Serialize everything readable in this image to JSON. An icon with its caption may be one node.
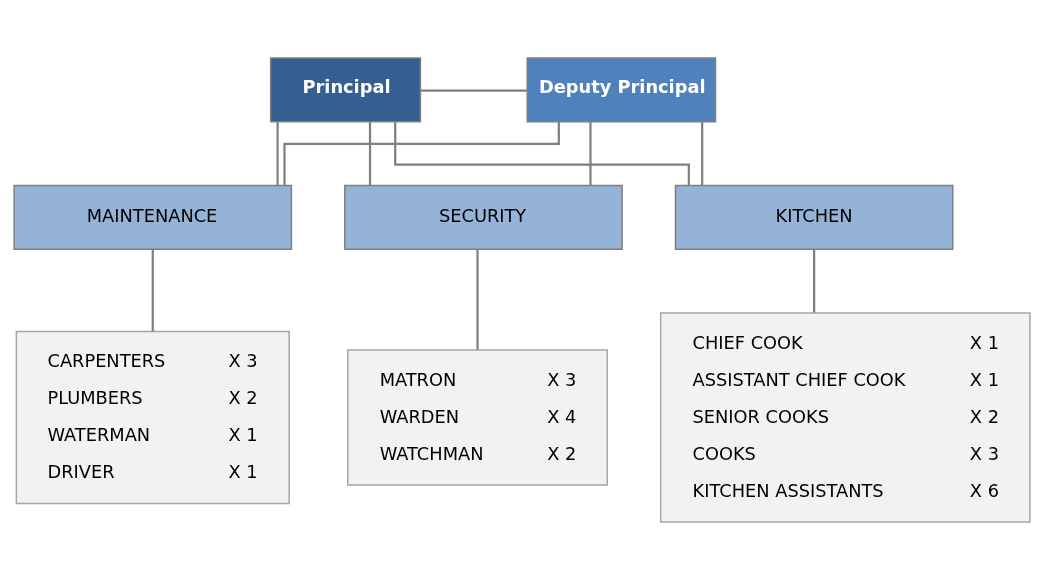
{
  "diagram": {
    "nodes": [
      {
        "text": [
          "Principal"
        ]
      },
      {
        "text": [
          "Deputy Principal"
        ]
      },
      {
        "text": [
          "MAINTENANCE"
        ]
      },
      {
        "text": [
          "SECURITY"
        ]
      },
      {
        "text": [
          "KITCHEN"
        ]
      },
      {
        "text": [
          "CARPENTERS",
          "X 3",
          "PLUMBERS",
          "X 2",
          "WATERMAN",
          "X 1",
          "DRIVER",
          "X 1"
        ]
      },
      {
        "text": [
          "MATRON",
          "X 3",
          "WARDEN",
          "X 4",
          "WATCHMAN",
          "X 2"
        ]
      },
      {
        "text": [
          "CHIEF COOK",
          "X 1",
          "ASSISTANT CHIEF COOK",
          "X 1",
          "SENIOR COOKS",
          "X 2",
          "COOKS",
          "X 3",
          "KITCHEN ASSISTANTS",
          "X 6"
        ]
      }
    ],
    "edges": [
      {
        "from": 0,
        "to": 1,
        "arrow": "none"
      },
      {
        "from": 0,
        "to": 2,
        "arrow": "none"
      },
      {
        "from": 0,
        "to": 3,
        "arrow": "none"
      },
      {
        "from": 0,
        "to": 4,
        "arrow": "none"
      },
      {
        "from": 1,
        "to": 2,
        "arrow": "none"
      },
      {
        "from": 1,
        "to": 3,
        "arrow": "none"
      },
      {
        "from": 1,
        "to": 4,
        "arrow": "none"
      },
      {
        "from": 2,
        "to": 5,
        "arrow": "none"
      },
      {
        "from": 3,
        "to": 6,
        "arrow": "none"
      },
      {
        "from": 4,
        "to": 7,
        "arrow": "none"
      }
    ]
  }
}
